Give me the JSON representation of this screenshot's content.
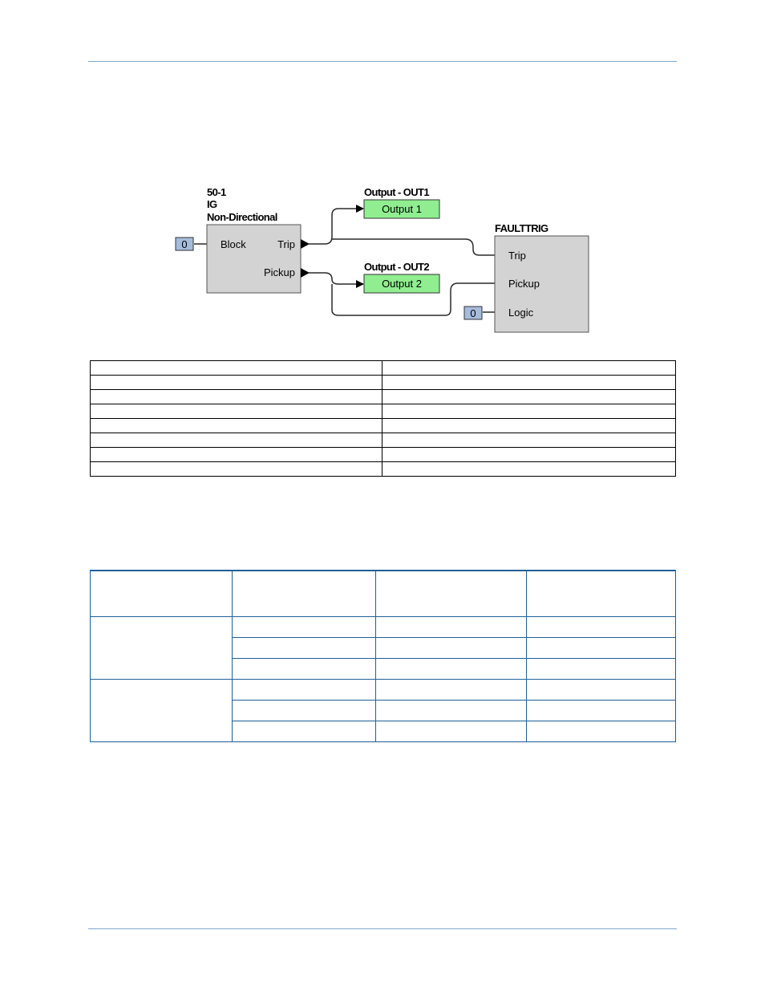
{
  "diagram": {
    "block_50": {
      "title_lines": [
        "50-1",
        "IG",
        "Non-Directional"
      ],
      "inputs": [
        "Block"
      ],
      "outputs": [
        "Trip",
        "Pickup"
      ]
    },
    "const_block": {
      "value": "0"
    },
    "output1": {
      "title": "Output - OUT1",
      "label": "Output 1"
    },
    "output2": {
      "title": "Output - OUT2",
      "label": "Output 2"
    },
    "faulttrig": {
      "title": "FAULTTRIG",
      "inputs": [
        "Trip",
        "Pickup",
        "Logic"
      ]
    },
    "const_logic": {
      "value": "0"
    },
    "colors": {
      "block_fill": "#d3d3d3",
      "output_fill": "#90ee90",
      "const_fill": "#a6bcdc",
      "rule": "#7fa7cf",
      "table_border": "#1f5f99"
    }
  },
  "table1": {
    "rows": 8,
    "cols": 2
  },
  "table2": {
    "header_cols": 4,
    "groups": 2,
    "rows_per_group": 3
  }
}
